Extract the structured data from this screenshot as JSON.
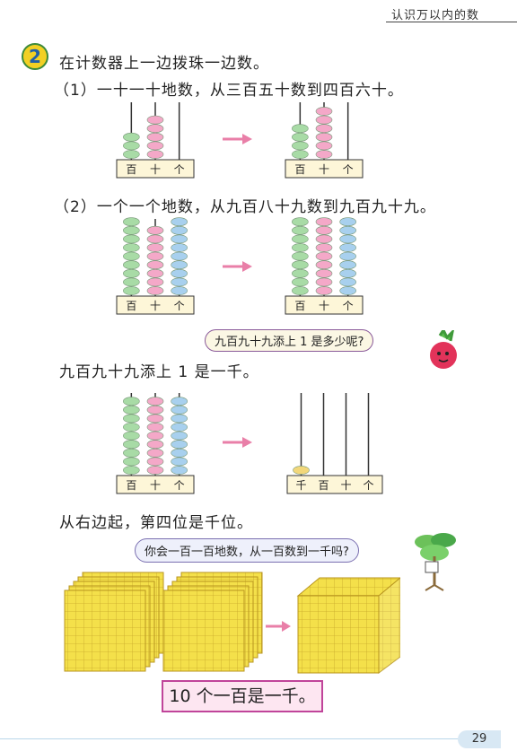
{
  "header": {
    "title": "认识万以内的数"
  },
  "exercise": {
    "number": "2",
    "instruction": "在计数器上一边拨珠一边数。",
    "part1": "（1）一十一十地数，从三百五十数到四百六十。",
    "part2": "（2）一个一个地数，从九百八十九数到九百九十九。"
  },
  "bubbles": {
    "question1": "九百九十九添上 1 是多少呢?",
    "question2": "你会一百一百地数，从一百数到一千吗?"
  },
  "statements": {
    "answer": "九百九十九添上 1 是一千。",
    "rule": "从右边起，第四位是千位。",
    "summary": "10 个一百是一千。"
  },
  "abacus_labels": {
    "three": [
      "百",
      "十",
      "个"
    ],
    "four": [
      "千",
      "百",
      "十",
      "个"
    ]
  },
  "abacus_states": {
    "a1": [
      3,
      5,
      0
    ],
    "a2": [
      4,
      6,
      0
    ],
    "a3": [
      9,
      8,
      9
    ],
    "a4": [
      9,
      9,
      9
    ],
    "a5": [
      9,
      9,
      9
    ],
    "a6": [
      1,
      0,
      0,
      0
    ]
  },
  "colors": {
    "bead_hundreds": "#a8dba6",
    "bead_tens": "#f4a8c8",
    "bead_ones": "#a8d0ee",
    "bead_thousands": "#f2d77a",
    "arrow": "#e97fa8",
    "cube": "#f4e04a"
  },
  "page": {
    "number": "29"
  }
}
